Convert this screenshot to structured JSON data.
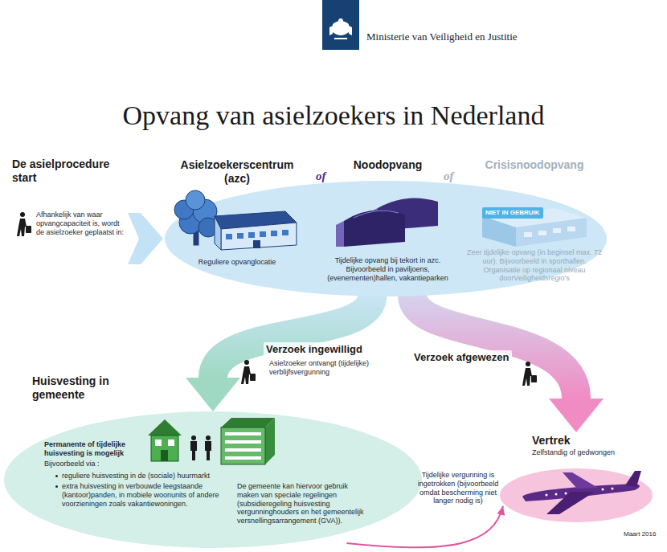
{
  "diagram": {
    "title": "Opvang van asielzoekers in Nederland",
    "nodes": [
      {
        "text": [
          "De asielprocedure start",
          "Afhankelijk van waar opvangcapaciteit is, wordt de asielzoeker geplaatst in:"
        ]
      },
      {
        "text": []
      },
      {
        "text": [
          "Asielzoekerscentrum (azc)",
          "Reguliere opvanglocatie"
        ],
        "in": 1
      },
      {
        "text": [
          "Noodopvang",
          "Tijdelijke opvang bij tekort in azc. Bijvoorbeeld in paviljoens, (evenementen)hallen, vakantieparken"
        ],
        "in": 1
      },
      {
        "text": [
          "Crisisnoodopvang",
          "Zeer tijdelijke opvang (in beginsel max. 72 uur). Bijvoorbeeld in sporthallen. Organisatie op regionaal niveau doorVeiligheidsregio's"
        ],
        "in": 1
      },
      {
        "text": [
          "Huisvesting in gemeente",
          "Permanente of tijdelijke huisvesting is mogelijk",
          "Bijvoorbeeld via :",
          "reguliere huisvesting in de (sociale) huurmarkt",
          "extra huisvesting in verbouwde leegstaande (kantoor)panden, in mobiele woonunits of andere voorzieningen zoals vakantiewoningen.",
          "De gemeente kan hiervoor gebruik maken van speciale regelingen (subsidieregeling huisvesting vergunninghouders en het gemeentelijk versnellingsarrangement (GVA))."
        ]
      },
      {
        "text": [
          "Vertrek",
          "Zelfstandig of gedwongen"
        ]
      }
    ],
    "edges": [
      {
        "from": 0,
        "to": 1,
        "arrow": "to"
      },
      {
        "from": 1,
        "to": 5,
        "label": "Verzoek ingewilligd",
        "arrow": "to"
      },
      {
        "from": 1,
        "to": 6,
        "label": "Verzoek afgewezen",
        "arrow": "to"
      },
      {
        "from": 5,
        "to": 6,
        "label": "Tijdelijke vergunning is ingetrokken (bijvoorbeeld omdat bescherming niet langer nodig is)",
        "arrow": "to"
      }
    ],
    "labels": [
      "Ministerie van Veiligheid en Justitie",
      "of",
      "of",
      "NIET IN GEBRUIK",
      "Asielzoeker ontvangt (tijdelijke) verblijfsvergunning",
      "Maart 2016"
    ]
  }
}
